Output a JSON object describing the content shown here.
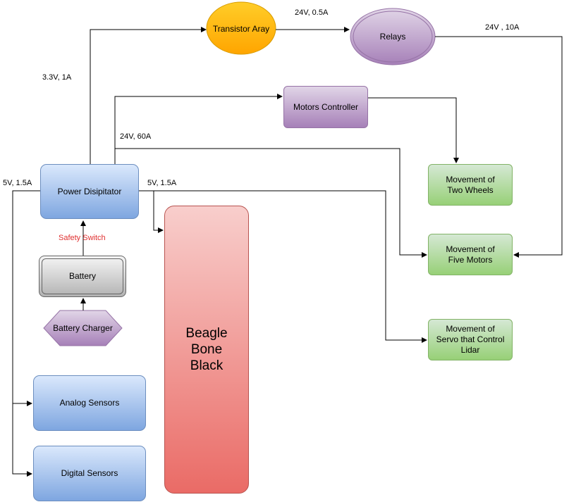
{
  "nodes": {
    "transistor_array": "Transistor Aray",
    "relays": "Relays",
    "motors_controller": "Motors Controller",
    "power_dissipator": "Power Disipitator",
    "battery": "Battery",
    "battery_charger": "Battery Charger",
    "beagle_bone": "Beagle Bone Black",
    "two_wheels": "Movement of Two Wheels",
    "five_motors": "Movement of Five Motors",
    "servo_lidar": "Movement of Servo that Control Lidar",
    "analog_sensors": "Analog Sensors",
    "digital_sensors": "Digital Sensors"
  },
  "edge_labels": {
    "to_transistor": "3.3V, 1A",
    "transistor_to_relays": "24V, 0.5A",
    "relays_to_motors": "24V , 10A",
    "to_motors_controller": "24V, 60A",
    "to_sensors": "5V, 1.5A",
    "to_beagle": "5V, 1.5A",
    "safety_switch": "Safety Switch"
  },
  "colors": {
    "safety_switch_text": "#e03030",
    "transistor_fill": "#ffb300",
    "edge": "#000000"
  }
}
